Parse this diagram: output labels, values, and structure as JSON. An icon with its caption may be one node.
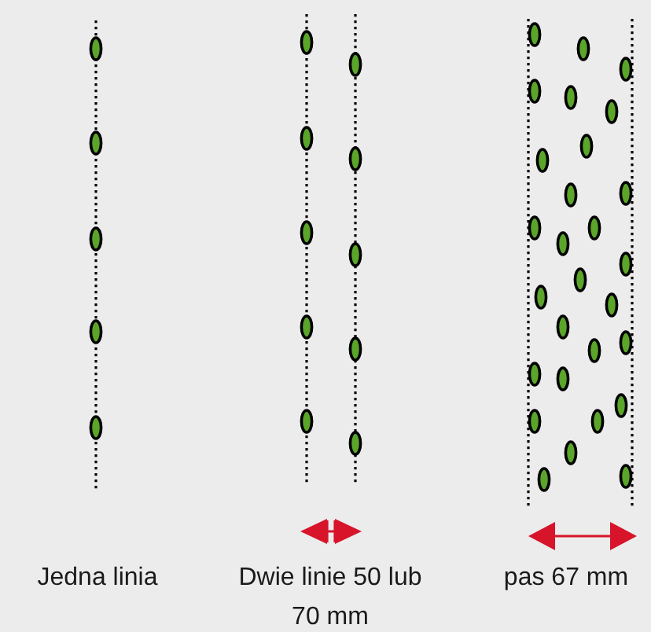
{
  "diagram": {
    "labels": [
      "Jedna linia",
      "Dwie linie 50 lub 70 mm",
      "pas 67 mm"
    ]
  }
}
